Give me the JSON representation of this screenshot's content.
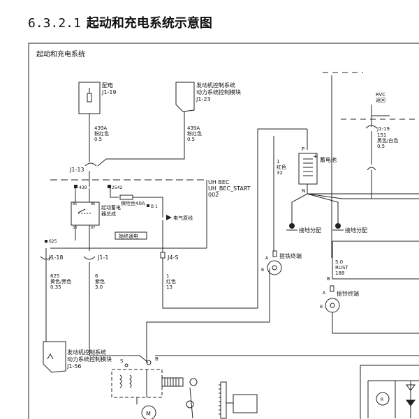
{
  "heading": {
    "number": "6.3.2.1",
    "title": "起动和充电系统示意图"
  },
  "frame_title": "起动和充电系统",
  "fuse_block": {
    "name": "配电",
    "pin": "J1-19"
  },
  "ecm_top": {
    "line1": "发动机控制系统",
    "line2": "动力系统控制模块",
    "pin": "J1-23"
  },
  "wire_439a_left": {
    "circuit": "439A",
    "color": "粉红色",
    "size": "0.5"
  },
  "wire_439a_right": {
    "circuit": "439A",
    "color": "粉红色",
    "size": "0.5"
  },
  "conn_j1_13": "J1-13",
  "uhbec": {
    "line1": "UH BEC",
    "line2": "UH_BEC_START",
    "line3": "002"
  },
  "bec_internal": {
    "pin_439": "439",
    "pin_2542": "2542",
    "fuse": "保险丝40A",
    "pin_85": "85",
    "pin_86": "86",
    "pin_30": "30",
    "pin_87": "87",
    "relay_l1": "起动蓄电",
    "relay_l2": "器总成",
    "pin_b1": "B 1",
    "power_dist": "电气原线",
    "always_hot": "始终通电",
    "pin_625": "625"
  },
  "conn_j1_18": "J1-18",
  "conn_j1_1": "J1-1",
  "conn_j4_s": "J4-S",
  "wire_625": {
    "circuit": "625",
    "color": "黄色/黑色",
    "size": "0.35"
  },
  "wire_6": {
    "circuit": "6",
    "color": "紫色",
    "size": "3.0"
  },
  "wire_1_lower": {
    "circuit": "1",
    "color": "红色",
    "size": "13"
  },
  "wire_1_upper": {
    "circuit": "1",
    "color": "红色",
    "size": "32"
  },
  "battery": {
    "label": "蓄电池",
    "plus": "+",
    "pin_p": "P",
    "pin_n": "N"
  },
  "ground_1": "接地分配",
  "ground_2": "接地分配",
  "rvc": {
    "line1": "RVC",
    "line2": "返回"
  },
  "conn_rvc_j1_19": "J1-19",
  "wire_151": {
    "circuit": "151",
    "color": "黑色/白色",
    "size": "0.5"
  },
  "starter_term": {
    "label": "搭铁终端",
    "pin_a": "A",
    "pin_b": "B"
  },
  "wire_rust": {
    "size": "5.0",
    "color": "RUST",
    "circuit": "188"
  },
  "gen_term": {
    "label": "振铃终端",
    "pin_b_top": "B",
    "pin_a": "A",
    "pin_b": "B"
  },
  "ecm_bottom": {
    "line1": "发动机控制系统",
    "line2": "动力系统控制模块",
    "pin": "J1-56"
  },
  "starter_pins": {
    "s": "S",
    "b": "B"
  },
  "motor": "M",
  "gen_r": "R"
}
